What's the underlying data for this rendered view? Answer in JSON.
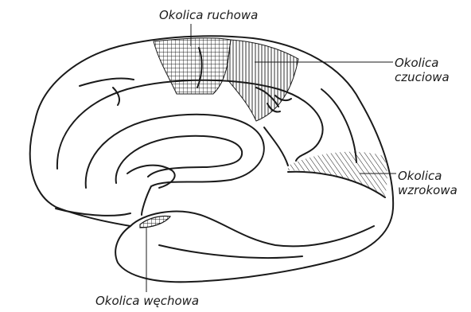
{
  "labels": {
    "motor": "Okolica ruchowa",
    "sensory": [
      "Okolica",
      "czuciowa"
    ],
    "visual": [
      "Okolica",
      "wzrokowa"
    ],
    "olfactory": "Okolica węchowa"
  },
  "colors": {
    "line": "#1a1a1a",
    "background": "#ffffff"
  }
}
